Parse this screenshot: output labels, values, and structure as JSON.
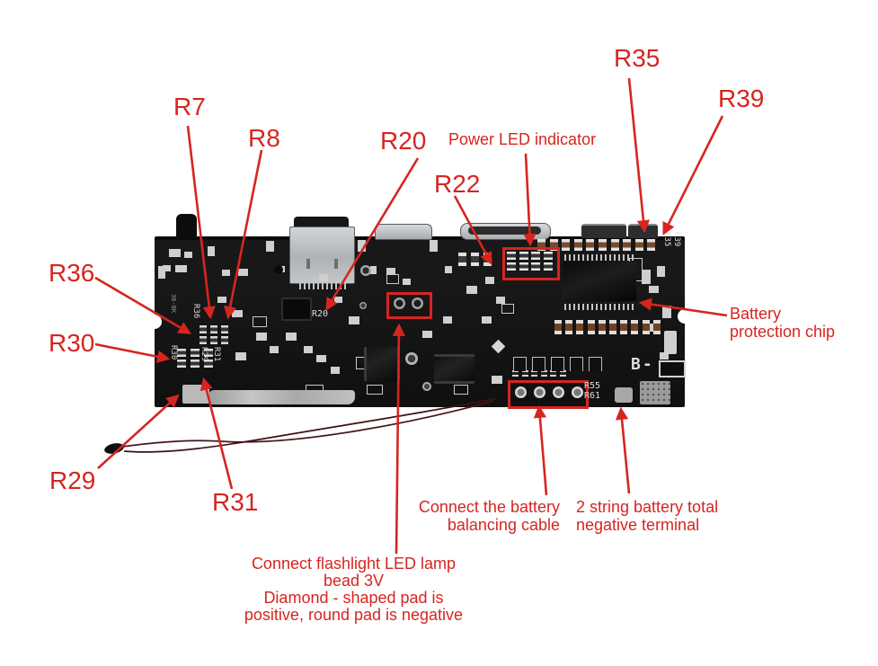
{
  "annotations": {
    "r7": "R7",
    "r8": "R8",
    "r20": "R20",
    "r22": "R22",
    "r35": "R35",
    "r39": "R39",
    "r36": "R36",
    "r30": "R30",
    "r29": "R29",
    "r31": "R31",
    "power_led": "Power LED indicator",
    "battery_chip": [
      "Battery",
      "protection chip"
    ],
    "balancing": [
      "Connect the battery",
      "balancing cable"
    ],
    "neg_terminal": [
      "2 string battery total",
      "negative terminal"
    ],
    "flashlight": [
      "Connect flashlight LED lamp",
      "bead 3V",
      "Diamond - shaped pad is",
      "positive, round pad is negative"
    ]
  },
  "board_silkscreen": {
    "r36": "R36",
    "r30": "R30",
    "r29": "R29",
    "r31": "R31",
    "r35": "R35",
    "r39": "R39",
    "r20": "R20",
    "r55": "R55",
    "r61": "R61",
    "b_minus": "B-",
    "misc": "36-8K"
  },
  "colors": {
    "annotation_red": "#d6251f",
    "board_black": "#151515",
    "background": "#ffffff"
  }
}
